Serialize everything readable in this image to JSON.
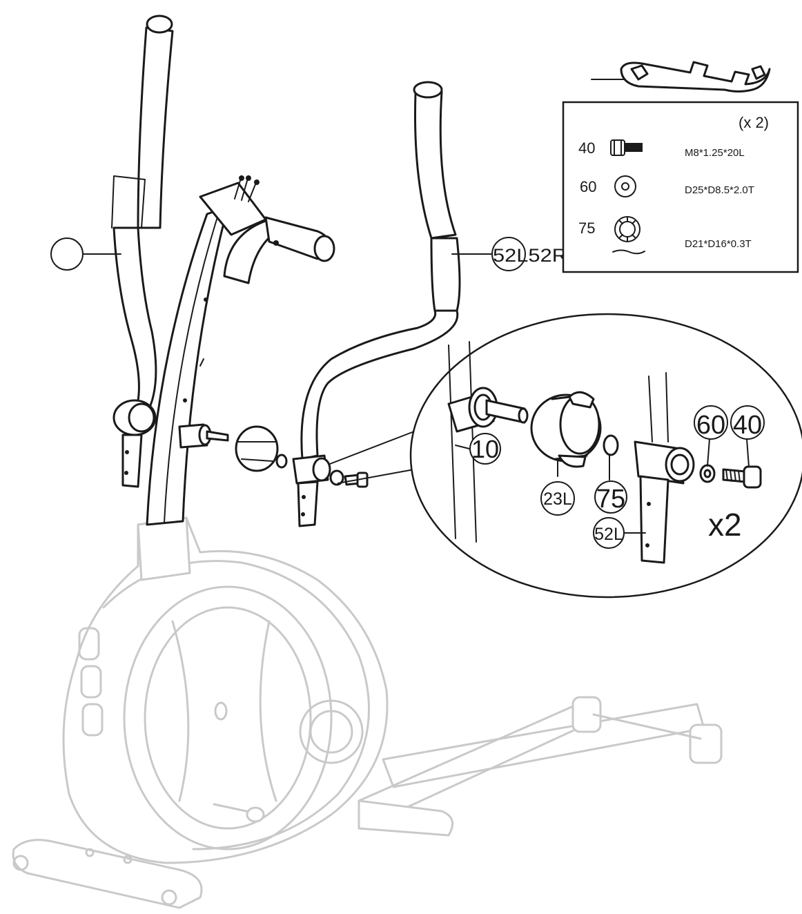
{
  "hardware_box": {
    "quantity": "(x   2)",
    "parts": [
      {
        "number": "40",
        "icon": "bolt-icon",
        "spec": "M8*1.25*20L"
      },
      {
        "number": "60",
        "icon": "flat-washer-icon",
        "spec": "D25*D8.5*2.0T"
      },
      {
        "number": "75",
        "icon": "wave-washer-icon",
        "spec": "D21*D16*0.3T"
      }
    ]
  },
  "callouts": {
    "handlebar_left": "",
    "handlebar_right": "52L52R",
    "detail_frame": "10",
    "detail_cap": "23L",
    "detail_wave_washer": "75",
    "detail_handlebar": "52L",
    "detail_flat_washer": "60",
    "detail_bolt": "40",
    "detail_quantity": "x2"
  }
}
